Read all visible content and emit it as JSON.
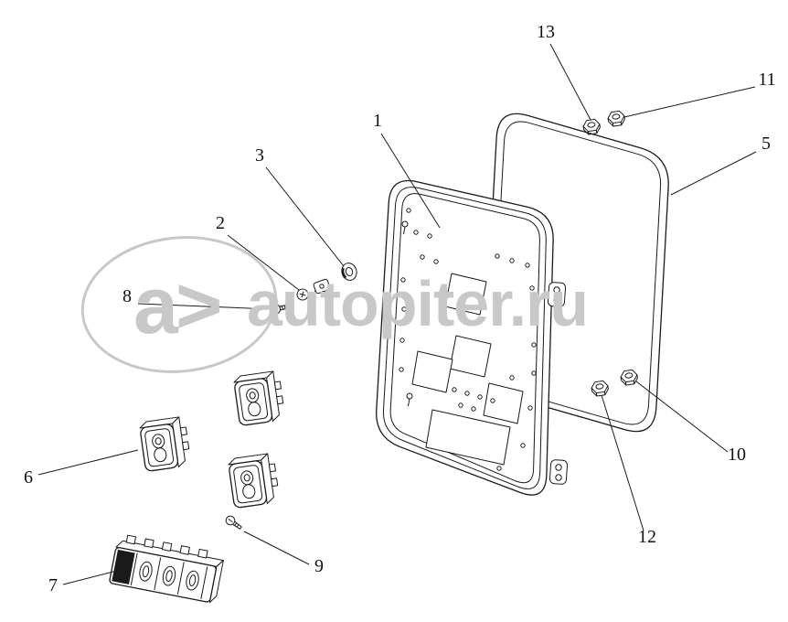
{
  "figure": {
    "type": "exploded-parts-diagram",
    "background": "#ffffff",
    "line_color": "#1a1a1a"
  },
  "watermark": {
    "logo_text": "a>",
    "site_text": "autopiter.ru",
    "color": "#c8c8c8"
  },
  "callouts": [
    {
      "label": "1"
    },
    {
      "label": "2"
    },
    {
      "label": "3"
    },
    {
      "label": "5"
    },
    {
      "label": "6"
    },
    {
      "label": "7"
    },
    {
      "label": "8"
    },
    {
      "label": "9"
    },
    {
      "label": "10"
    },
    {
      "label": "11"
    },
    {
      "label": "12"
    },
    {
      "label": "13"
    }
  ]
}
